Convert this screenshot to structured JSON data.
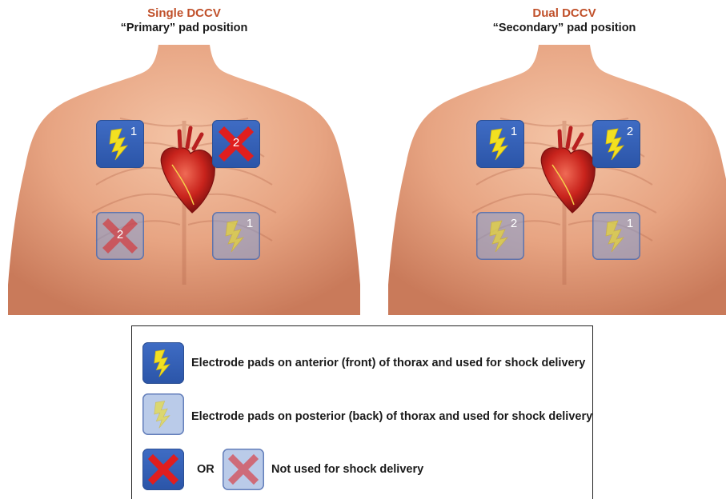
{
  "panels": [
    {
      "title": "Single DCCV",
      "subtitle": "“Primary” pad position",
      "pads": [
        {
          "label": "1",
          "side": "anterior",
          "state": "used"
        },
        {
          "label": "2",
          "side": "anterior",
          "state": "not-used"
        },
        {
          "label": "2",
          "side": "posterior",
          "state": "not-used"
        },
        {
          "label": "1",
          "side": "posterior",
          "state": "used"
        }
      ]
    },
    {
      "title": "Dual DCCV",
      "subtitle": "“Secondary” pad position",
      "pads": [
        {
          "label": "1",
          "side": "anterior",
          "state": "used"
        },
        {
          "label": "2",
          "side": "anterior",
          "state": "used"
        },
        {
          "label": "2",
          "side": "posterior",
          "state": "used"
        },
        {
          "label": "1",
          "side": "posterior",
          "state": "used"
        }
      ]
    }
  ],
  "legend": {
    "anterior_text": "Electrode pads on anterior (front) of thorax and used for shock delivery",
    "posterior_text": "Electrode pads on posterior (back) of thorax and used for shock delivery",
    "or_text": "OR",
    "not_used_text": "Not used for shock delivery"
  },
  "colors": {
    "title": "#c0502a",
    "anterior_pad": "#3462b8",
    "posterior_pad": "#9bb2dc",
    "bolt": "#f2e021",
    "cross": "#e01e1e",
    "skin": "#e8a98a"
  }
}
